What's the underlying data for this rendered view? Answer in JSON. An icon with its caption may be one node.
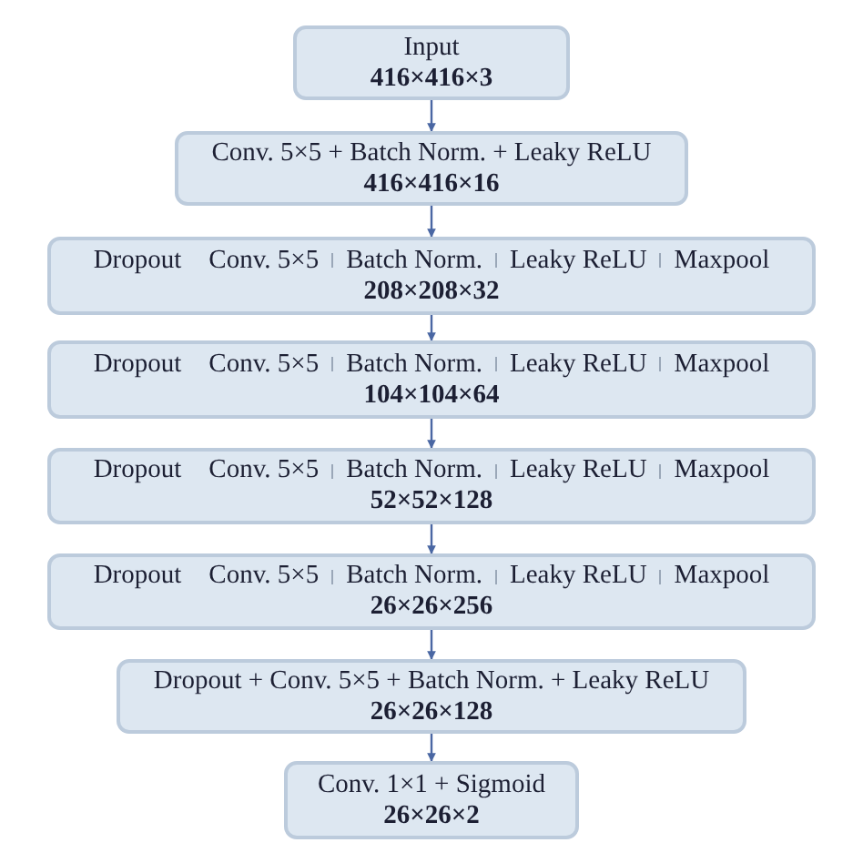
{
  "diagram": {
    "nodes": [
      {
        "text": [
          "Input",
          "416×416×3"
        ]
      },
      {
        "text": [
          "Conv. 5×5 + Batch Norm. + Leaky ReLU",
          "416×416×16"
        ]
      },
      {
        "text": [
          "Dropout",
          "Conv. 5×5",
          "Batch Norm.",
          "Leaky ReLU",
          "Maxpool",
          "208×208×32"
        ]
      },
      {
        "text": [
          "Dropout",
          "Conv. 5×5",
          "Batch Norm.",
          "Leaky ReLU",
          "Maxpool",
          "104×104×64"
        ]
      },
      {
        "text": [
          "Dropout",
          "Conv. 5×5",
          "Batch Norm.",
          "Leaky ReLU",
          "Maxpool",
          "52×52×128"
        ]
      },
      {
        "text": [
          "Dropout",
          "Conv. 5×5",
          "Batch Norm.",
          "Leaky ReLU",
          "Maxpool",
          "26×26×256"
        ]
      },
      {
        "text": [
          "Dropout + Conv. 5×5 + Batch Norm. + Leaky ReLU",
          "26×26×128"
        ]
      },
      {
        "text": [
          "Conv. 1×1 + Sigmoid",
          "26×26×2"
        ]
      }
    ],
    "edges": [
      {
        "from": 0,
        "to": 1,
        "arrow": "to"
      },
      {
        "from": 1,
        "to": 2,
        "arrow": "to"
      },
      {
        "from": 2,
        "to": 3,
        "arrow": "to"
      },
      {
        "from": 3,
        "to": 4,
        "arrow": "to"
      },
      {
        "from": 4,
        "to": 5,
        "arrow": "to"
      },
      {
        "from": 5,
        "to": 6,
        "arrow": "to"
      },
      {
        "from": 6,
        "to": 7,
        "arrow": "to"
      }
    ]
  }
}
